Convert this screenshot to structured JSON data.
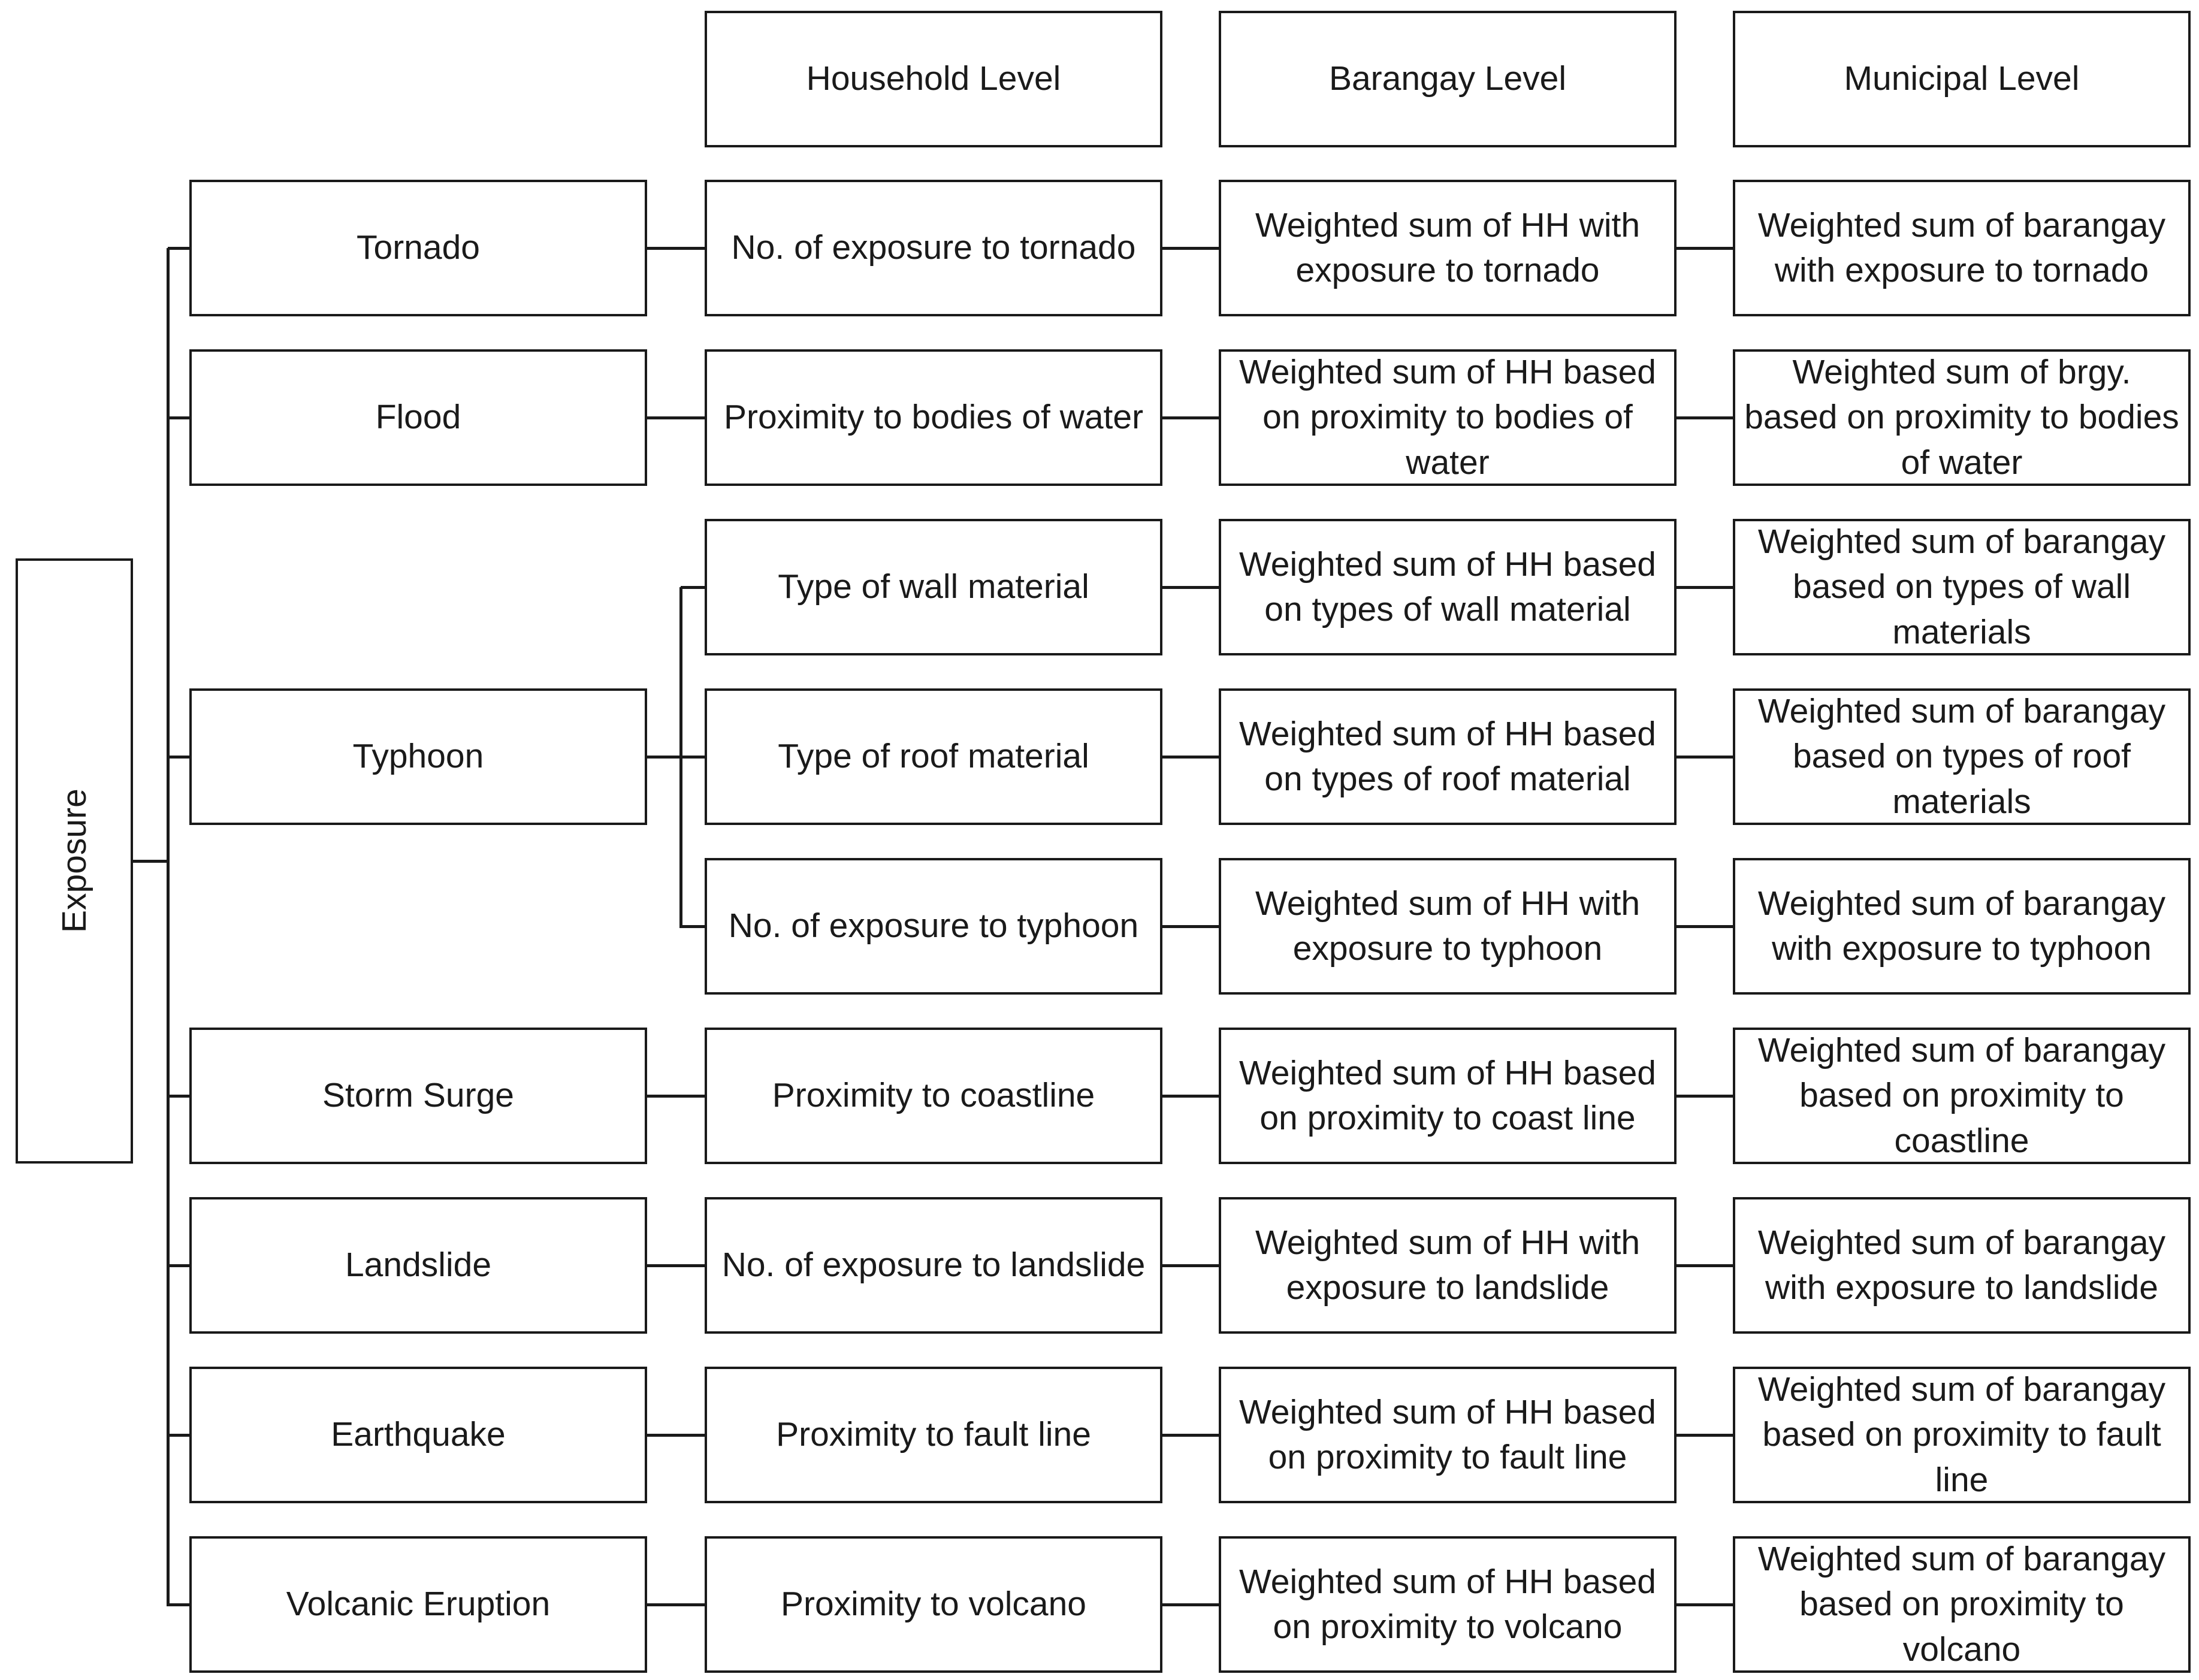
{
  "root": {
    "label": "Exposure"
  },
  "headers": [
    "Household Level",
    "Barangay Level",
    "Municipal Level"
  ],
  "hazards": [
    {
      "label": "Tornado"
    },
    {
      "label": "Flood"
    },
    {
      "label": "Typhoon"
    },
    {
      "label": "Storm Surge"
    },
    {
      "label": "Landslide"
    },
    {
      "label": "Earthquake"
    },
    {
      "label": "Volcanic Eruption"
    }
  ],
  "rows": [
    {
      "hazard": 0,
      "household": "No. of exposure to tornado",
      "barangay": "Weighted sum of HH with exposure to tornado",
      "municipal": "Weighted sum of barangay with exposure to tornado"
    },
    {
      "hazard": 1,
      "household": "Proximity to bodies of water",
      "barangay": "Weighted sum of HH based on proximity to bodies of water",
      "municipal": "Weighted sum of brgy. based on proximity to bodies of water"
    },
    {
      "hazard": 2,
      "household": "Type of wall material",
      "barangay": "Weighted sum of HH based on types of wall material",
      "municipal": "Weighted sum of barangay based on types of wall materials"
    },
    {
      "hazard": 2,
      "household": "Type of roof material",
      "barangay": "Weighted sum of HH based on types of roof material",
      "municipal": "Weighted sum of barangay based on types of roof materials"
    },
    {
      "hazard": 2,
      "household": "No. of exposure to typhoon",
      "barangay": "Weighted sum of HH with exposure to typhoon",
      "municipal": "Weighted sum of barangay with exposure to typhoon"
    },
    {
      "hazard": 3,
      "household": "Proximity to coastline",
      "barangay": "Weighted sum of HH based on proximity to coast line",
      "municipal": "Weighted sum of barangay based on proximity to coastline"
    },
    {
      "hazard": 4,
      "household": "No. of exposure to landslide",
      "barangay": "Weighted sum of HH with exposure to landslide",
      "municipal": "Weighted sum of barangay with exposure to landslide"
    },
    {
      "hazard": 5,
      "household": "Proximity to fault line",
      "barangay": "Weighted sum of HH based on proximity to fault line",
      "municipal": "Weighted sum of barangay based on proximity to fault line"
    },
    {
      "hazard": 6,
      "household": "Proximity to volcano",
      "barangay": "Weighted sum of HH based on proximity to volcano",
      "municipal": "Weighted sum of barangay based on proximity to volcano"
    }
  ]
}
